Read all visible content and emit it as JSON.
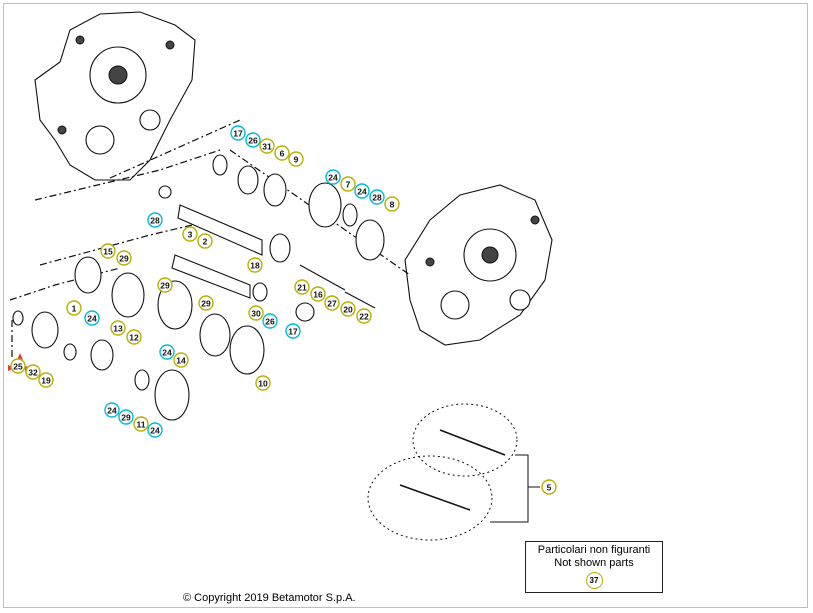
{
  "copyright": "© Copyright 2019 Betamotor S.p.A.",
  "legend": {
    "line1": "Particolari non figuranti",
    "line2": "Not shown parts",
    "number": "37"
  },
  "colors": {
    "callout_cyan": "#00bcd4",
    "callout_yellow": "#b8b000",
    "marker_red": "#e53935"
  },
  "callouts": [
    {
      "id": "17",
      "style": "cyan"
    },
    {
      "id": "26",
      "style": "cyan"
    },
    {
      "id": "31",
      "style": "yellow"
    },
    {
      "id": "6",
      "style": "yellow"
    },
    {
      "id": "9",
      "style": "yellow"
    },
    {
      "id": "24",
      "style": "cyan"
    },
    {
      "id": "7",
      "style": "yellow"
    },
    {
      "id": "24",
      "style": "cyan"
    },
    {
      "id": "28",
      "style": "cyan"
    },
    {
      "id": "8",
      "style": "yellow"
    },
    {
      "id": "28",
      "style": "cyan"
    },
    {
      "id": "3",
      "style": "yellow"
    },
    {
      "id": "2",
      "style": "yellow"
    },
    {
      "id": "18",
      "style": "yellow"
    },
    {
      "id": "15",
      "style": "yellow"
    },
    {
      "id": "29",
      "style": "yellow"
    },
    {
      "id": "21",
      "style": "yellow"
    },
    {
      "id": "16",
      "style": "yellow"
    },
    {
      "id": "27",
      "style": "yellow"
    },
    {
      "id": "20",
      "style": "yellow"
    },
    {
      "id": "22",
      "style": "yellow"
    },
    {
      "id": "29",
      "style": "yellow"
    },
    {
      "id": "29",
      "style": "yellow"
    },
    {
      "id": "1",
      "style": "yellow"
    },
    {
      "id": "24",
      "style": "cyan"
    },
    {
      "id": "13",
      "style": "yellow"
    },
    {
      "id": "12",
      "style": "yellow"
    },
    {
      "id": "30",
      "style": "yellow"
    },
    {
      "id": "26",
      "style": "cyan"
    },
    {
      "id": "17",
      "style": "cyan"
    },
    {
      "id": "24",
      "style": "cyan"
    },
    {
      "id": "14",
      "style": "yellow"
    },
    {
      "id": "25",
      "style": "yellow"
    },
    {
      "id": "32",
      "style": "yellow"
    },
    {
      "id": "19",
      "style": "yellow"
    },
    {
      "id": "10",
      "style": "yellow"
    },
    {
      "id": "24",
      "style": "cyan"
    },
    {
      "id": "29",
      "style": "cyan"
    },
    {
      "id": "11",
      "style": "yellow"
    },
    {
      "id": "24",
      "style": "cyan"
    },
    {
      "id": "5",
      "style": "yellow"
    }
  ]
}
